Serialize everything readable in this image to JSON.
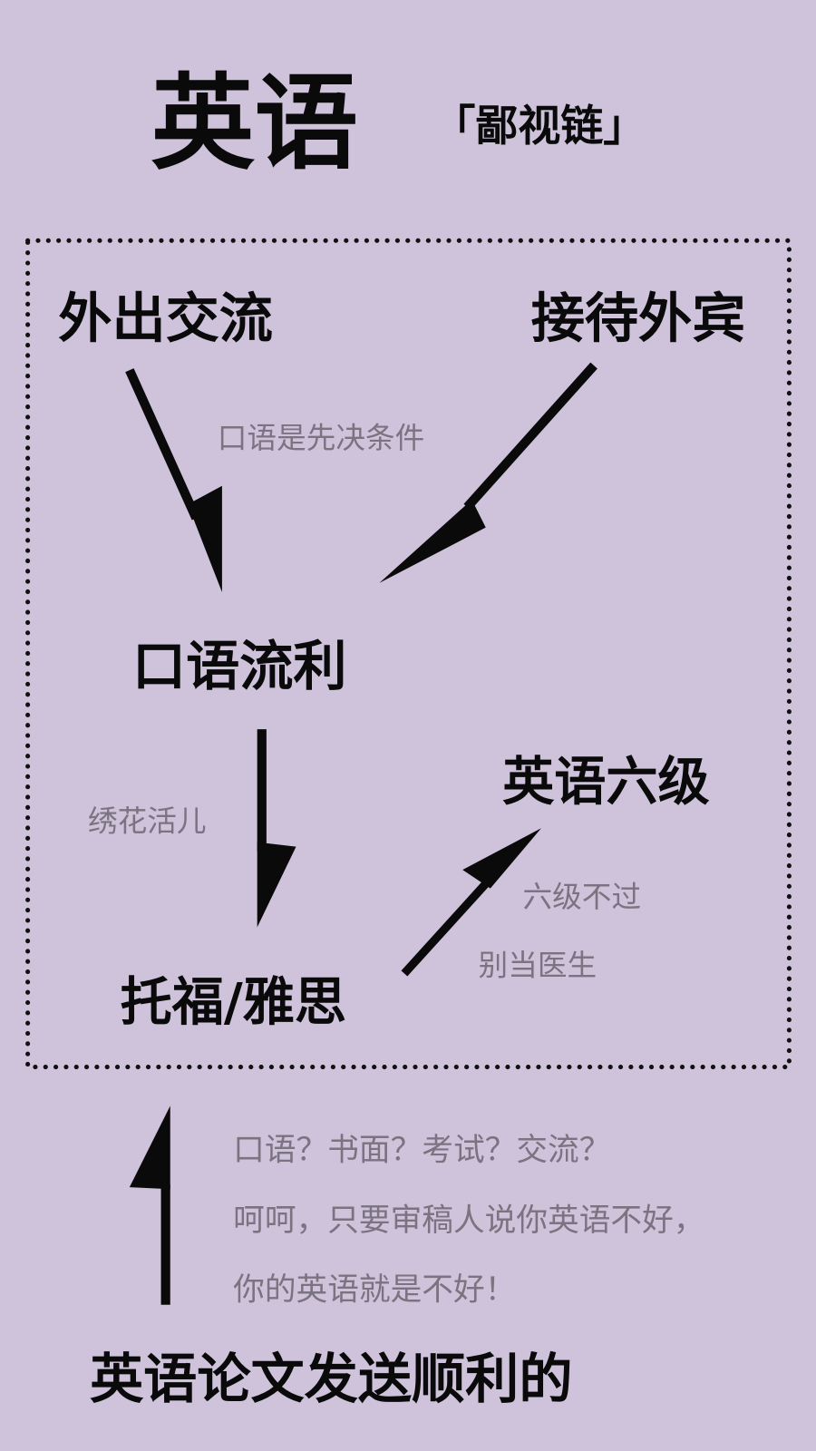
{
  "title": {
    "main": "英语",
    "sub": "「鄙视链」"
  },
  "nodes": {
    "going_abroad": "外出交流",
    "receiving_guests": "接待外宾",
    "fluent_speaking": "口语流利",
    "cet6": "英语六级",
    "toefl_ielts": "托福/雅思",
    "paper_published": "英语论文发送顺利的"
  },
  "notes": {
    "speaking_prerequisite": "口语是先决条件",
    "embroidery": "绣花活儿",
    "cet6_line1": "六级不过",
    "cet6_line2": "别当医生"
  },
  "paragraph": [
    "口语？书面？考试？交流？",
    "呵呵，只要审稿人说你英语不好，",
    "你的英语就是不好！"
  ],
  "colors": {
    "background": "#cfc3dc",
    "text": "#0a0a0a",
    "note": "#7a7380"
  }
}
